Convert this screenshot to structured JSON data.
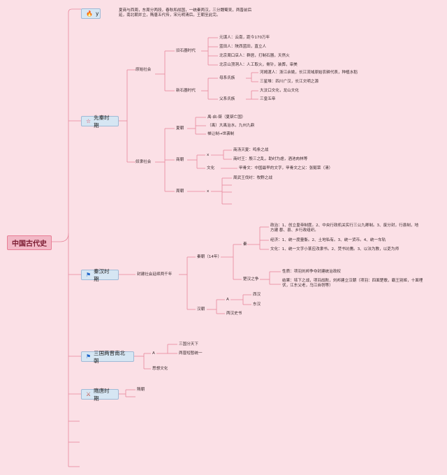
{
  "root": "中国古代史",
  "summary": {
    "label": "y",
    "text": "夏商与西周，东周分两段，春秋和战国，一统秦两汉，三分魏蜀吴，两晋前后延，南北朝并立，隋唐五代传，宋元明清后，王朝至此完。"
  },
  "xianqin": {
    "label": "先秦时期",
    "yuanshi": {
      "label": "原始社会",
      "jiushiqi": {
        "label": "旧石器时代",
        "items": [
          "元谋人：云南，距今170万年",
          "蓝田人：陕西蓝田，直立人",
          "北京周口店人：群居，打制石器，天然火",
          "北京山顶洞人：人工取火，骨针，装葬，审美"
        ]
      },
      "xinshiqi": {
        "label": "新石器时代",
        "muxi": {
          "label": "母系氏族",
          "items": [
            "河姆渡人：浙江余姚，长江流域原始农耕代表，种植水稻",
            "三星堆：四川广汉，长江文明之源"
          ]
        },
        "fuxi": {
          "label": "父系氏族",
          "items": [
            "大汶口文化，龙山文化",
            "三皇五帝"
          ]
        }
      }
    },
    "nuli": {
      "label": "奴隶社会",
      "xia": {
        "label": "夏朝",
        "items": [
          "禹-启-桀（夏桀亡国）",
          "（禹）大禹治水，九州九鼎",
          "禅让制→世袭制"
        ]
      },
      "shang": {
        "label": "商朝",
        "x": "x",
        "items": [
          "商汤灭夏：鸣条之战",
          "商纣王：殷三之乱，助纣为虐，酒池肉林等"
        ],
        "wenhua": {
          "label": "文化",
          "text": "甲骨文：中国最早的文字，甲骨文之父：张懿荣（清）"
        }
      },
      "zhou": {
        "label": "周朝",
        "x": "x",
        "items": [
          "周武王伐纣：牧野之战"
        ]
      }
    }
  },
  "qinhan": {
    "label": "秦汉时期",
    "fengjian": "封建社会延续两千年",
    "qin": {
      "label": "秦朝（14年）",
      "qin_label": "秦",
      "items": [
        "政治：1、创立皇帝制度。2、中央行政机关实行三公九卿制。3、废分封，行县制，地方建 郡、县、乡行政组织。",
        "经济：1、统一度量衡。2、土地私有。3、统一货币。4、统一车轨",
        "文化：1、统一文字小篆应改隶书。2、焚书坑儒。3、以法为教，以吏为师"
      ],
      "chuhan": {
        "label": "楚汉之争",
        "items": [
          "性质：项羽刘邦争夺封建统治政权",
          "结果：垓下之战，项羽战败，刘邦建立汉朝（项羽：四面楚歌，霸王别姬，十面埋伏，江东父老，乌江自刎等）"
        ]
      }
    },
    "han": {
      "label": "汉朝",
      "a": "A",
      "items": [
        "西汉",
        "东汉"
      ],
      "shishu": "两汉史书"
    }
  },
  "sanguo": {
    "label": "三国两晋南北朝",
    "a": "A",
    "items": [
      "三国分天下",
      "两晋短暂统一"
    ],
    "sixiang": "思想文化"
  },
  "suitang": {
    "label": "隋唐时期",
    "items": [
      "隋朝"
    ]
  }
}
